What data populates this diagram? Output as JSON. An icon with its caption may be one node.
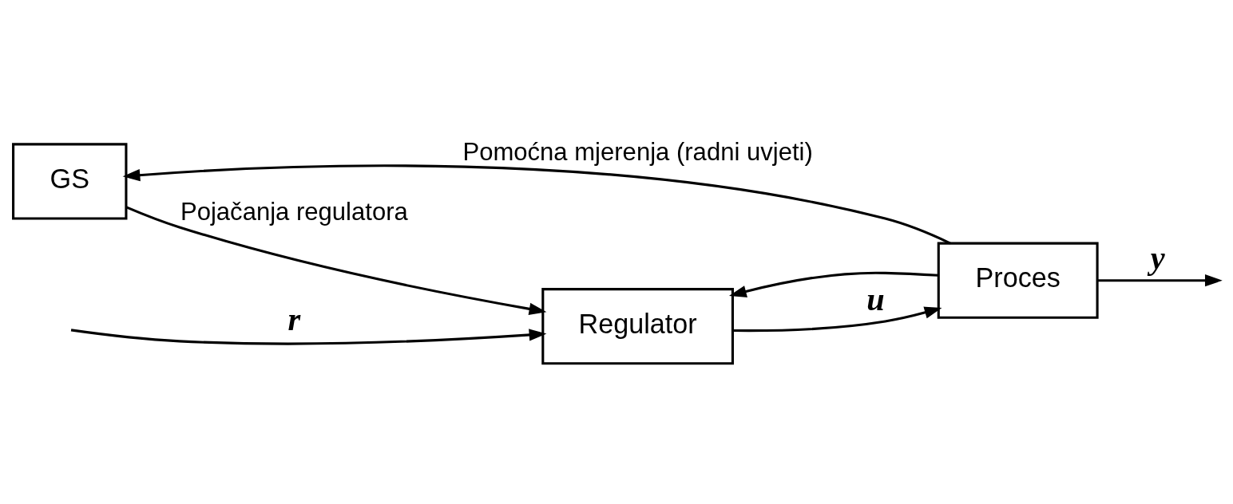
{
  "diagram": {
    "nodes": [
      {
        "text": [
          "GS"
        ]
      },
      {
        "text": [
          "Regulator"
        ]
      },
      {
        "text": [
          "Proces"
        ]
      }
    ],
    "edges": [
      {
        "from": null,
        "to": 1,
        "arrow": "to",
        "label": "r"
      },
      {
        "from": 1,
        "to": 2,
        "arrow": "to",
        "label": "u"
      },
      {
        "from": 2,
        "to": null,
        "arrow": "to",
        "label": "y"
      },
      {
        "from": 2,
        "to": 1,
        "arrow": "to"
      },
      {
        "from": 2,
        "to": 0,
        "arrow": "to",
        "label": "Pomoćna mjerenja (radni uvjeti)"
      },
      {
        "from": 0,
        "to": 1,
        "arrow": "to",
        "label": "Pojačanja regulatora"
      }
    ]
  }
}
